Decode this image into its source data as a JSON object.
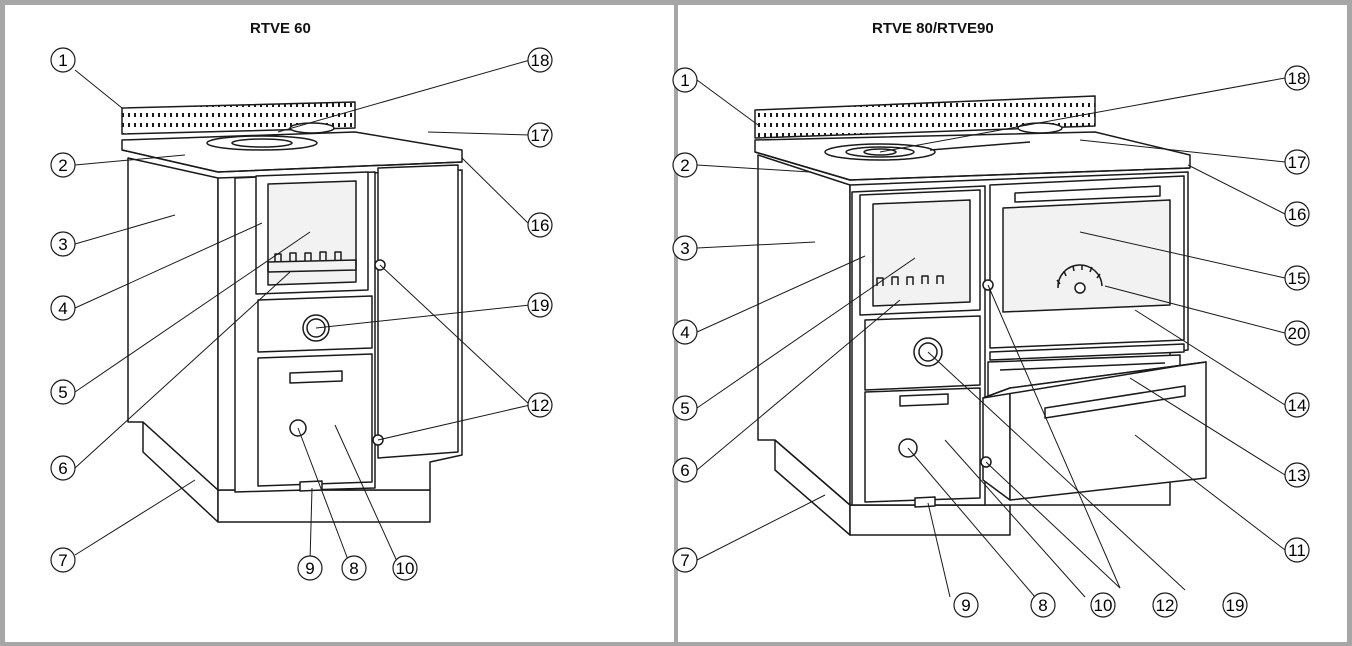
{
  "panels": [
    {
      "id": "left",
      "title": "RTVE 60",
      "callouts": [
        "1",
        "2",
        "3",
        "4",
        "5",
        "6",
        "7",
        "9",
        "8",
        "10",
        "12",
        "19",
        "16",
        "17",
        "18"
      ]
    },
    {
      "id": "right",
      "title": "RTVE 80/RTVE90",
      "callouts": [
        "1",
        "2",
        "3",
        "4",
        "5",
        "6",
        "7",
        "9",
        "8",
        "10",
        "12",
        "19",
        "11",
        "13",
        "14",
        "20",
        "15",
        "16",
        "17",
        "18"
      ]
    }
  ],
  "colors": {
    "frame": "#a6a6a6",
    "line": "#1a1a1a",
    "body_fill": "#ffffff",
    "glass_fill": "#f2f2f2"
  }
}
